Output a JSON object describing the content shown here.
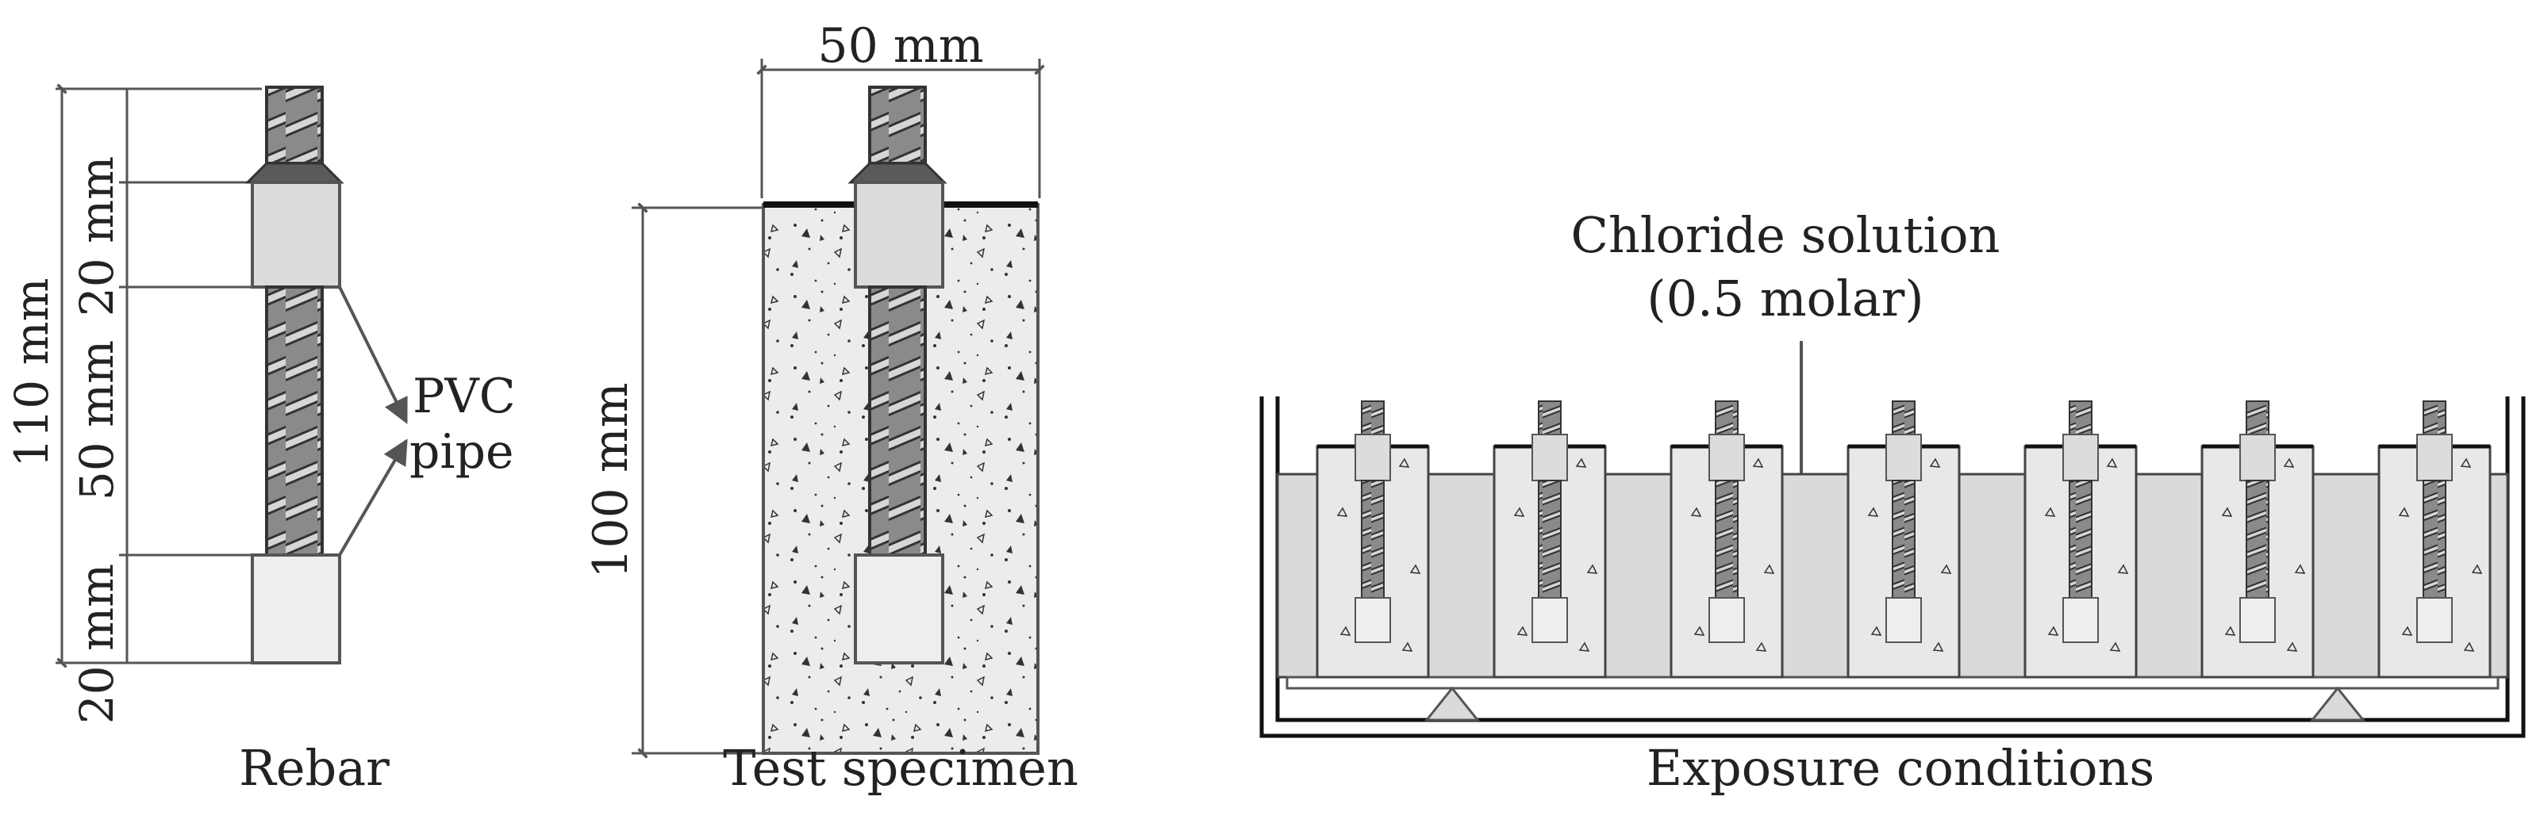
{
  "rebar_panel": {
    "caption": "Rebar",
    "dim_total": "110 mm",
    "dim_top_pipe": "20 mm",
    "dim_middle": "50 mm",
    "dim_bottom_pipe": "20 mm",
    "callout_line1": "PVC",
    "callout_line2": "pipe"
  },
  "specimen_panel": {
    "caption": "Test specimen",
    "dim_width": "50 mm",
    "dim_height": "100 mm"
  },
  "exposure_panel": {
    "caption": "Exposure conditions",
    "solution_line1": "Chloride solution",
    "solution_line2": "(0.5 molar)",
    "specimen_count": 7
  },
  "colors": {
    "rebar_band": "#8a8a8a",
    "rebar_rib": "#d6d6d6",
    "pvc_pipe": "#dcdcdc",
    "concrete": "#ececec",
    "solution": "#dadada",
    "outline": "#555555"
  }
}
